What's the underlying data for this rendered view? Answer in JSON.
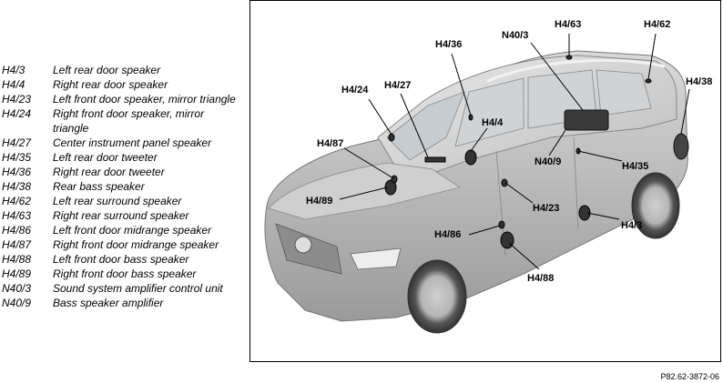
{
  "legend": [
    {
      "code": "H4/3",
      "desc": "Left rear door speaker"
    },
    {
      "code": "H4/4",
      "desc": "Right rear door speaker"
    },
    {
      "code": "H4/23",
      "desc": "Left front door speaker, mirror triangle"
    },
    {
      "code": "H4/24",
      "desc": "Right front door speaker, mirror triangle"
    },
    {
      "code": "H4/27",
      "desc": "Center instrument panel speaker"
    },
    {
      "code": "H4/35",
      "desc": "Left rear door tweeter"
    },
    {
      "code": "H4/36",
      "desc": "Right rear door tweeter"
    },
    {
      "code": "H4/38",
      "desc": "Rear bass speaker"
    },
    {
      "code": "H4/62",
      "desc": "Left rear surround speaker"
    },
    {
      "code": "H4/63",
      "desc": "Right rear surround speaker"
    },
    {
      "code": "H4/86",
      "desc": "Left front door midrange speaker"
    },
    {
      "code": "H4/87",
      "desc": "Right front door midrange speaker"
    },
    {
      "code": "H4/88",
      "desc": "Left front door bass speaker"
    },
    {
      "code": "H4/89",
      "desc": "Right front door bass speaker"
    },
    {
      "code": "N40/3",
      "desc": "Sound system amplifier control unit"
    },
    {
      "code": "N40/9",
      "desc": "Bass speaker amplifier"
    }
  ],
  "callouts": {
    "h4_63": "H4/63",
    "h4_62": "H4/62",
    "n40_3": "N40/3",
    "h4_36": "H4/36",
    "h4_38": "H4/38",
    "h4_27": "H4/27",
    "h4_24": "H4/24",
    "h4_4": "H4/4",
    "h4_87": "H4/87",
    "n40_9": "N40/9",
    "h4_35": "H4/35",
    "h4_89": "H4/89",
    "h4_23": "H4/23",
    "h4_3": "H4/3",
    "h4_86": "H4/86",
    "h4_88": "H4/88"
  },
  "reference_code": "P82.62-3872-06"
}
